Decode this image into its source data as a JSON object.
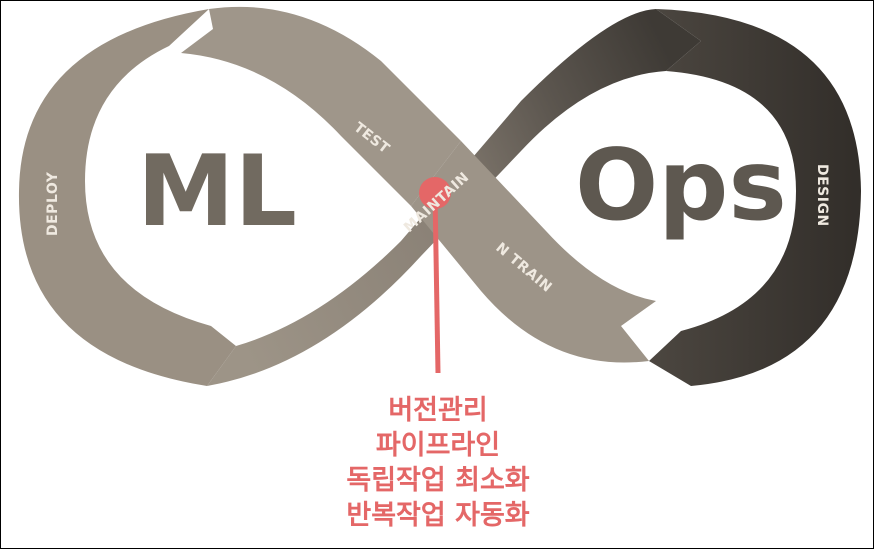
{
  "diagram": {
    "left_word": "ML",
    "right_word": "Ops",
    "labels": {
      "deploy": "DEPLOY",
      "test": "TEST",
      "maintain": "MAINTAIN",
      "train": "N TRAIN",
      "design": "DESIGN"
    },
    "callout_lines": [
      "버전관리",
      "파이프라인",
      "독립작업 최소화",
      "반복작업 자동화"
    ],
    "colors": {
      "light_band": "#9a9083",
      "dark_band": "#3e3a35",
      "label_text": "#efe9e0",
      "word_fill": "#716a60",
      "accent": "#e46767"
    }
  }
}
